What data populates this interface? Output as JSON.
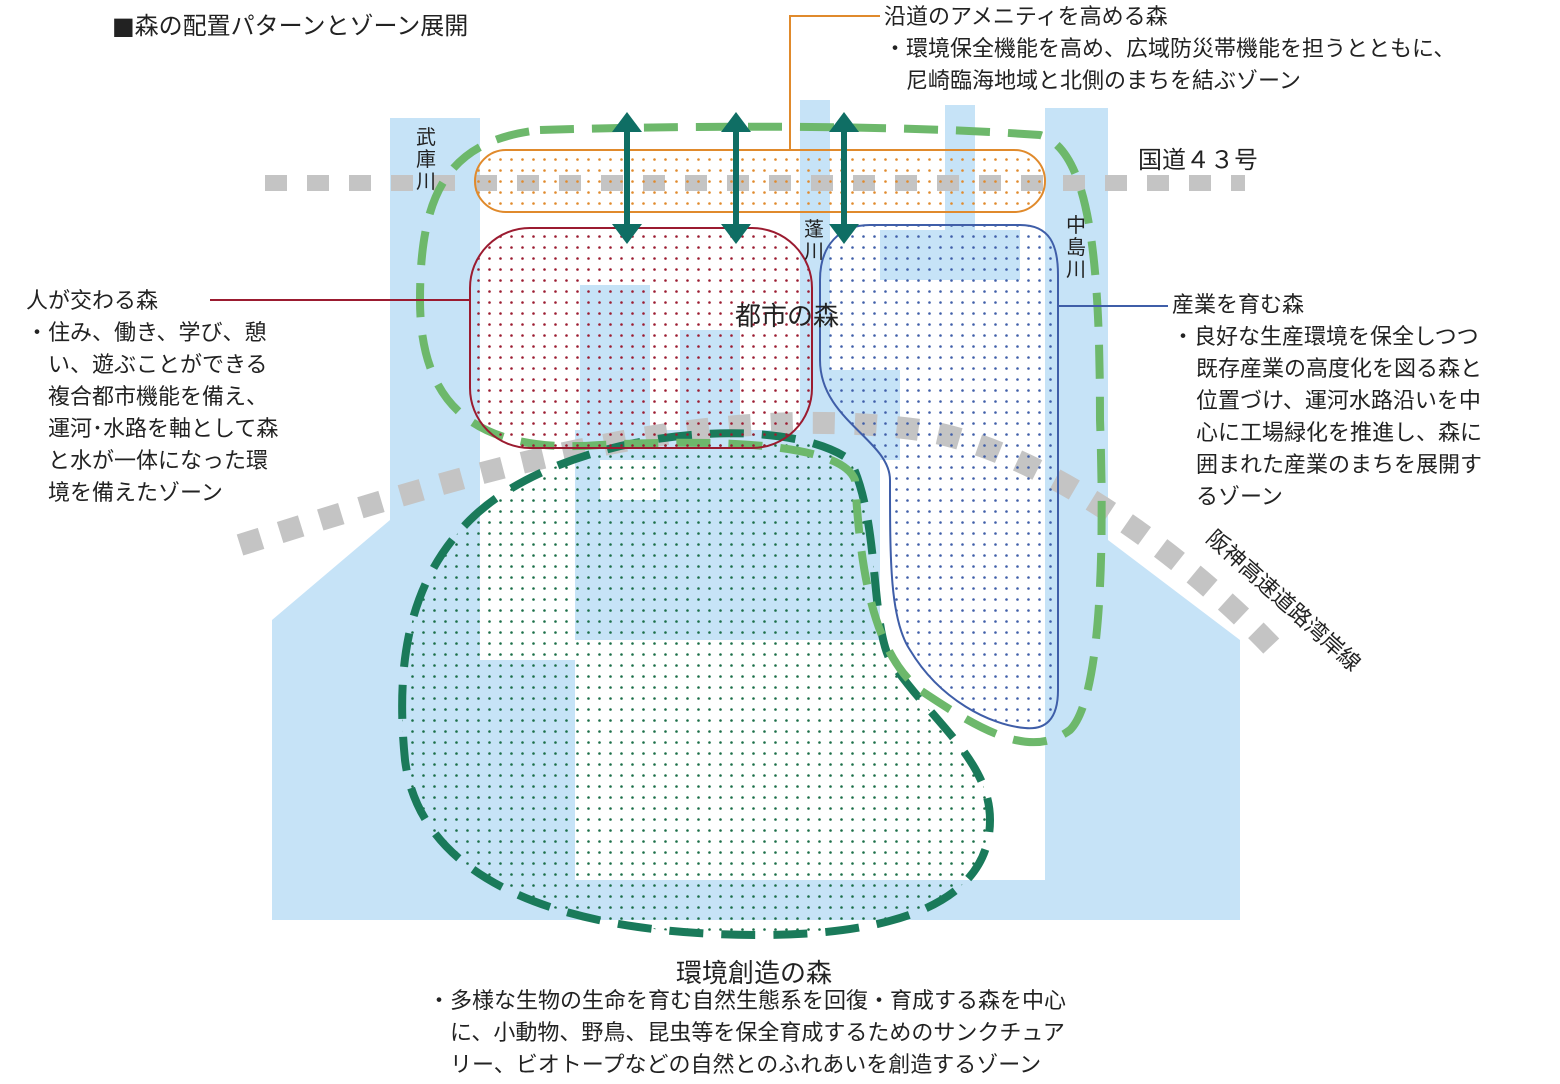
{
  "title": "■森の配置パターンとゾーン展開",
  "center_label": "都市の森",
  "road_label": "国道４３号",
  "river_labels": {
    "muko": "武庫川",
    "yomogi": "蓬川",
    "nakashima": "中島川"
  },
  "expressway_label": "阪神高速道路湾岸線",
  "zones": {
    "roadside": {
      "name": "沿道のアメニティを高める森",
      "desc": [
        "・環境保全機能を高め、広域防災帯機能を担うとともに、",
        "尼崎臨海地域と北側のまちを結ぶゾーン"
      ],
      "color": "#e08a2c"
    },
    "people": {
      "name": "人が交わる森",
      "desc": [
        "・住み、働き、学び、憩",
        "い、遊ぶことができる",
        "複合都市機能を備え、",
        "運河･水路を軸として森",
        "と水が一体になった環",
        "境を備えたゾーン"
      ],
      "color": "#9b1b30"
    },
    "industry": {
      "name": "産業を育む森",
      "desc": [
        "・良好な生産環境を保全しつつ",
        "既存産業の高度化を図る森と",
        "位置づけ、運河水路沿いを中",
        "心に工場緑化を推進し、森に",
        "囲まれた産業のまちを展開す",
        "るゾーン"
      ],
      "color": "#3f5ea8"
    },
    "environment": {
      "name": "環境創造の森",
      "desc": [
        "・多様な生物の生命を育む自然生態系を回復・育成する森を中心",
        "に、小動物、野鳥、昆虫等を保全育成するためのサンクチュア",
        "リー、ビオトープなどの自然とのふれあいを創造するゾーン"
      ],
      "color": "#1a7a5a"
    }
  },
  "colors": {
    "water": "#c6e3f7",
    "road": "#c4c4c4",
    "urban_boundary": "#6db86b",
    "arrow": "#0f6e64"
  }
}
